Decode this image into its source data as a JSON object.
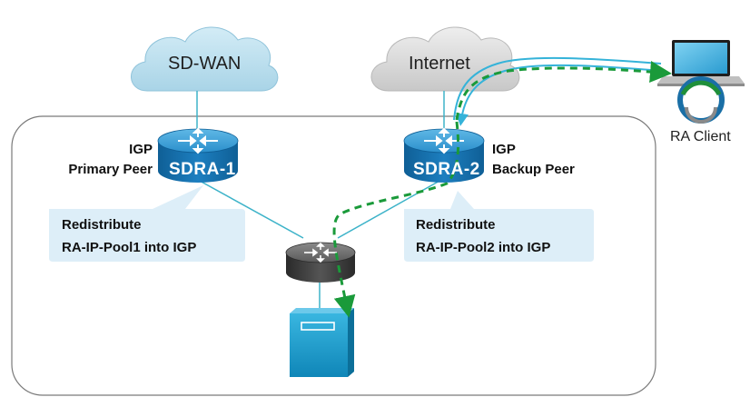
{
  "clouds": {
    "sdwan": {
      "label": "SD-WAN"
    },
    "internet": {
      "label": "Internet"
    }
  },
  "routers": {
    "sdra1": {
      "name": "SDRA-1",
      "role_line1": "IGP",
      "role_line2": "Primary Peer"
    },
    "sdra2": {
      "name": "SDRA-2",
      "role_line1": "IGP",
      "role_line2": "Backup Peer"
    }
  },
  "callouts": {
    "left": {
      "line1": "Redistribute",
      "line2": "RA-IP-Pool1 into IGP"
    },
    "right": {
      "line1": "Redistribute",
      "line2": "RA-IP-Pool2 into IGP"
    }
  },
  "client": {
    "label": "RA Client"
  },
  "colors": {
    "cloud_sdwan": "#bfe0ee",
    "cloud_internet": "#dcdcdc",
    "router_blue": "#1f86c7",
    "router_dark": "#4a4a4a",
    "link": "#3db3c9",
    "callout_fill": "#ddeef8",
    "tunnel": "#35b3d9",
    "traffic_path": "#1a9a3a",
    "server": "#1aa0cf"
  }
}
